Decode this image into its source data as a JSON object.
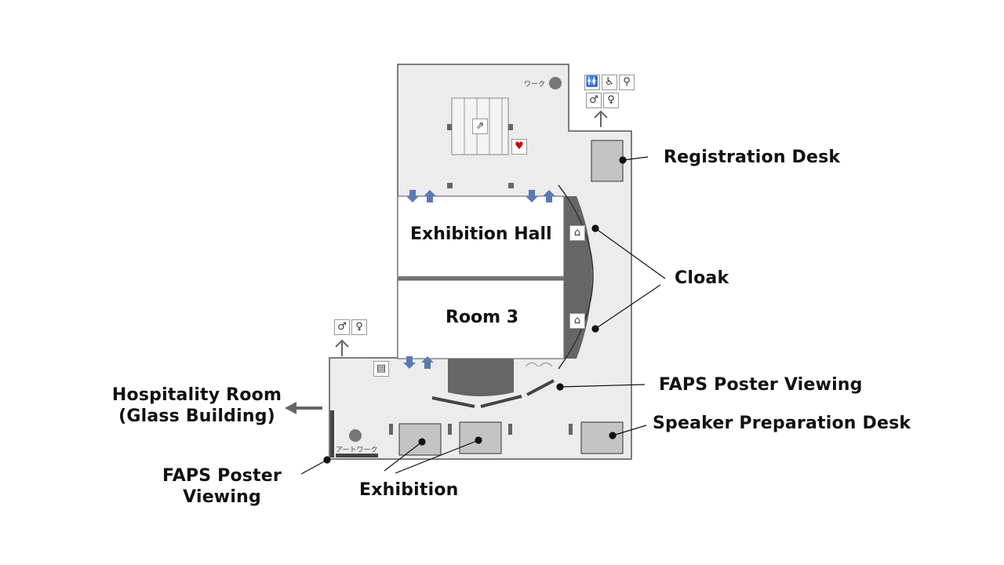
{
  "rooms": {
    "exhibition_hall": "Exhibition Hall",
    "room3": "Room 3"
  },
  "callouts": {
    "registration_desk": "Registration Desk",
    "cloak": "Cloak",
    "faps_poster_right": "FAPS Poster Viewing",
    "speaker_prep": "Speaker Preparation Desk",
    "hospitality_line1": "Hospitality Room",
    "hospitality_line2": "(Glass Building)",
    "faps_poster_left_line1": "FAPS Poster",
    "faps_poster_left_line2": "Viewing",
    "exhibition": "Exhibition"
  },
  "small_text": {
    "artwork_top": "ワーク",
    "artwork_bottom": "アートワーク"
  },
  "icons": {
    "restroom_top": [
      "restroom-male-female-icon",
      "wheelchair-icon",
      "baby-changing-icon",
      "male-icon",
      "female-icon"
    ],
    "restroom_left": [
      "male-icon",
      "female-icon"
    ],
    "cloak": "hanger-icon",
    "escalator": "escalator-icon",
    "aed": "aed-icon",
    "locker": "locker-icon"
  },
  "colors": {
    "floor": "#ececec",
    "outline": "#555555",
    "room": "#ffffff",
    "dark": "#666666",
    "desk": "#c4c4c4"
  }
}
